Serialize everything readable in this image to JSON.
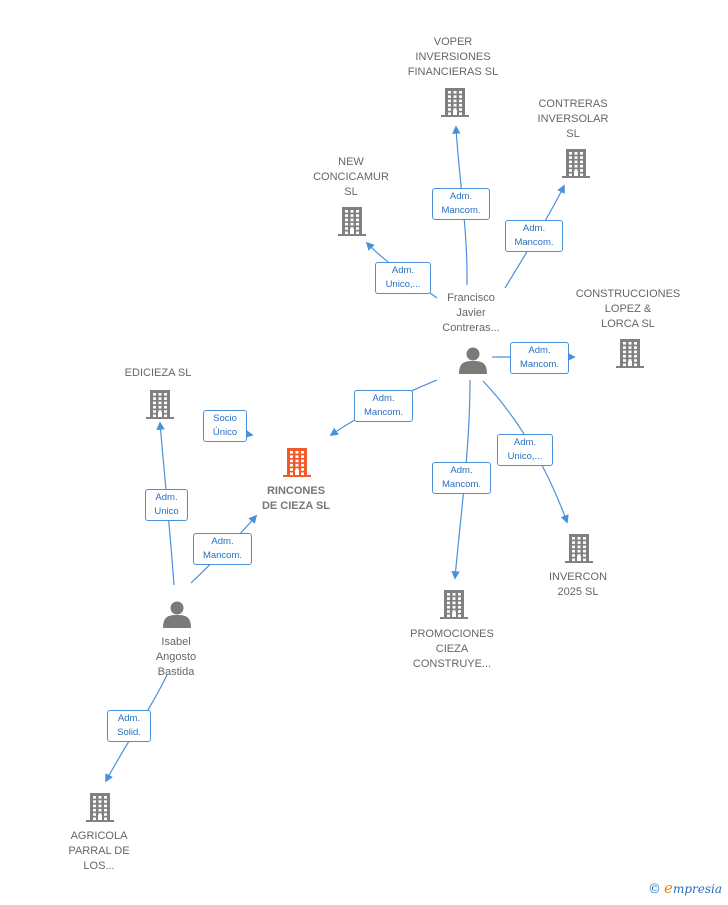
{
  "nodes": [
    {
      "id": "voper",
      "type": "company",
      "label": "VOPER\nINVERSIONES\nFINANCIERAS SL"
    },
    {
      "id": "contreras",
      "type": "company",
      "label": "CONTRERAS\nINVERSOLAR\nSL"
    },
    {
      "id": "newconc",
      "type": "company",
      "label": "NEW\nCONCICAMUR\nSL"
    },
    {
      "id": "construcciones",
      "type": "company",
      "label": "CONSTRUCCIONES\nLOPEZ &\nLORCA SL"
    },
    {
      "id": "edicieza",
      "type": "company",
      "label": "EDICIEZA SL"
    },
    {
      "id": "rincones",
      "type": "company",
      "label": "RINCONES\nDE CIEZA SL",
      "central": true
    },
    {
      "id": "invercon",
      "type": "company",
      "label": "INVERCON\n2025 SL"
    },
    {
      "id": "promociones",
      "type": "company",
      "label": "PROMOCIONES\nCIEZA\nCONSTRUYE..."
    },
    {
      "id": "agricola",
      "type": "company",
      "label": "AGRICOLA\nPARRAL DE\nLOS..."
    },
    {
      "id": "francisco",
      "type": "person",
      "label": "Francisco\nJavier\nContreras..."
    },
    {
      "id": "isabel",
      "type": "person",
      "label": "Isabel\nAngosto\nBastida"
    }
  ],
  "edges": [
    {
      "id": "e-voper",
      "label": "Adm.\nMancom."
    },
    {
      "id": "e-contreras",
      "label": "Adm.\nMancom."
    },
    {
      "id": "e-newconc",
      "label": "Adm.\nUnico,..."
    },
    {
      "id": "e-construcciones",
      "label": "Adm.\nMancom."
    },
    {
      "id": "e-rincones-f",
      "label": "Adm.\nMancom."
    },
    {
      "id": "e-promociones",
      "label": "Adm.\nMancom."
    },
    {
      "id": "e-invercon",
      "label": "Adm.\nUnico,..."
    },
    {
      "id": "e-edicieza-socio",
      "label": "Socio\nÚnico"
    },
    {
      "id": "e-edicieza",
      "label": "Adm.\nUnico"
    },
    {
      "id": "e-rincones-i",
      "label": "Adm.\nMancom."
    },
    {
      "id": "e-agricola",
      "label": "Adm.\nSolid."
    }
  ],
  "colors": {
    "edge": "#4a90d9",
    "edge_label_text": "#2a6fbf",
    "company_icon": "#808080",
    "central_icon": "#f05a28",
    "person_icon": "#7a7a7a",
    "node_label": "#666666"
  },
  "watermark": {
    "copyright_symbol": "©",
    "brand_initial": "e",
    "brand_rest": "mpresia"
  }
}
